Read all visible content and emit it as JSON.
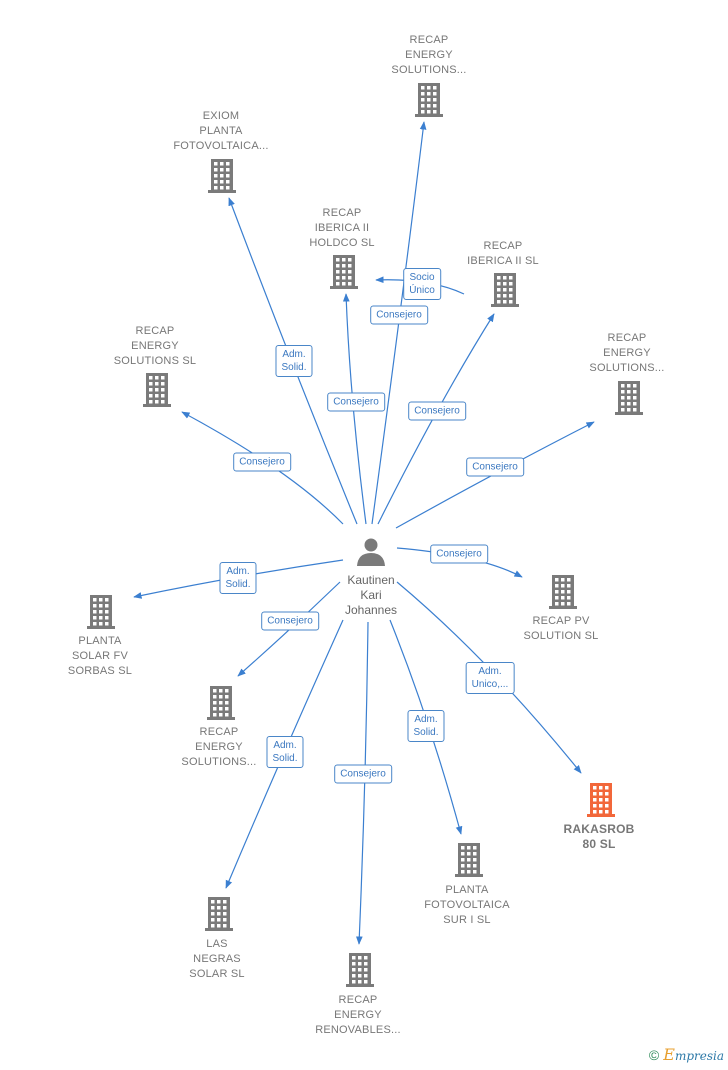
{
  "colors": {
    "edge": "#3b7fd0",
    "building": "#7a7a7a",
    "building_highlight": "#f2673a",
    "person": "#7a7a7a"
  },
  "person": {
    "name_lines": [
      "Kautinen",
      "Kari",
      "Johannes"
    ],
    "icon": "person-icon"
  },
  "nodes": [
    {
      "id": "recap-energy-top",
      "lines": [
        "RECAP",
        "ENERGY",
        "SOLUTIONS..."
      ],
      "highlight": false
    },
    {
      "id": "exiom",
      "lines": [
        "EXIOM",
        "PLANTA",
        "FOTOVOLTAICA..."
      ],
      "highlight": false
    },
    {
      "id": "recap-iberica-holdco",
      "lines": [
        "RECAP",
        "IBERICA II",
        "HOLDCO  SL"
      ],
      "highlight": false
    },
    {
      "id": "recap-iberica-ii",
      "lines": [
        "RECAP",
        "IBERICA II  SL"
      ],
      "highlight": false
    },
    {
      "id": "recap-energy-solutions-sl",
      "lines": [
        "RECAP",
        "ENERGY",
        "SOLUTIONS  SL"
      ],
      "highlight": false
    },
    {
      "id": "recap-energy-right",
      "lines": [
        "RECAP",
        "ENERGY",
        "SOLUTIONS..."
      ],
      "highlight": false
    },
    {
      "id": "planta-sorbas",
      "lines": [
        "PLANTA",
        "SOLAR FV",
        "SORBAS  SL"
      ],
      "highlight": false
    },
    {
      "id": "recap-pv",
      "lines": [
        "RECAP PV",
        "SOLUTION  SL"
      ],
      "highlight": false
    },
    {
      "id": "recap-energy-mid",
      "lines": [
        "RECAP",
        "ENERGY",
        "SOLUTIONS..."
      ],
      "highlight": false
    },
    {
      "id": "rakasrob",
      "lines": [
        "RAKASROB",
        "80  SL"
      ],
      "highlight": true
    },
    {
      "id": "planta-sur",
      "lines": [
        "PLANTA",
        "FOTOVOLTAICA",
        "SUR I  SL"
      ],
      "highlight": false
    },
    {
      "id": "las-negras",
      "lines": [
        "LAS",
        "NEGRAS",
        "SOLAR  SL"
      ],
      "highlight": false
    },
    {
      "id": "recap-renovables",
      "lines": [
        "RECAP",
        "ENERGY",
        "RENOVABLES..."
      ],
      "highlight": false
    }
  ],
  "edges": [
    {
      "to": "recap-energy-top",
      "label": [
        "Consejero"
      ]
    },
    {
      "to": "exiom",
      "label": [
        "Adm.",
        "Solid."
      ]
    },
    {
      "to": "recap-iberica-holdco",
      "label": [
        "Consejero"
      ]
    },
    {
      "to": "recap-iberica-ii",
      "label": [
        "Consejero"
      ]
    },
    {
      "to": "recap-energy-solutions-sl",
      "label": [
        "Consejero"
      ]
    },
    {
      "to": "recap-energy-right",
      "label": [
        "Consejero"
      ]
    },
    {
      "to": "planta-sorbas",
      "label": [
        "Adm.",
        "Solid."
      ]
    },
    {
      "to": "recap-pv",
      "label": [
        "Consejero"
      ]
    },
    {
      "to": "recap-energy-mid",
      "label": [
        "Consejero"
      ]
    },
    {
      "to": "rakasrob",
      "label": [
        "Adm.",
        "Unico,..."
      ]
    },
    {
      "to": "planta-sur",
      "label": [
        "Adm.",
        "Solid."
      ]
    },
    {
      "to": "las-negras",
      "label": [
        "Adm.",
        "Solid."
      ]
    },
    {
      "to": "recap-renovables",
      "label": [
        "Consejero"
      ]
    },
    {
      "from": "recap-iberica-ii",
      "to": "recap-iberica-holdco",
      "label": [
        "Socio",
        "Único"
      ]
    }
  ],
  "footer": {
    "copyright": "©",
    "brand_initial": "E",
    "brand_rest": "mpresia"
  }
}
